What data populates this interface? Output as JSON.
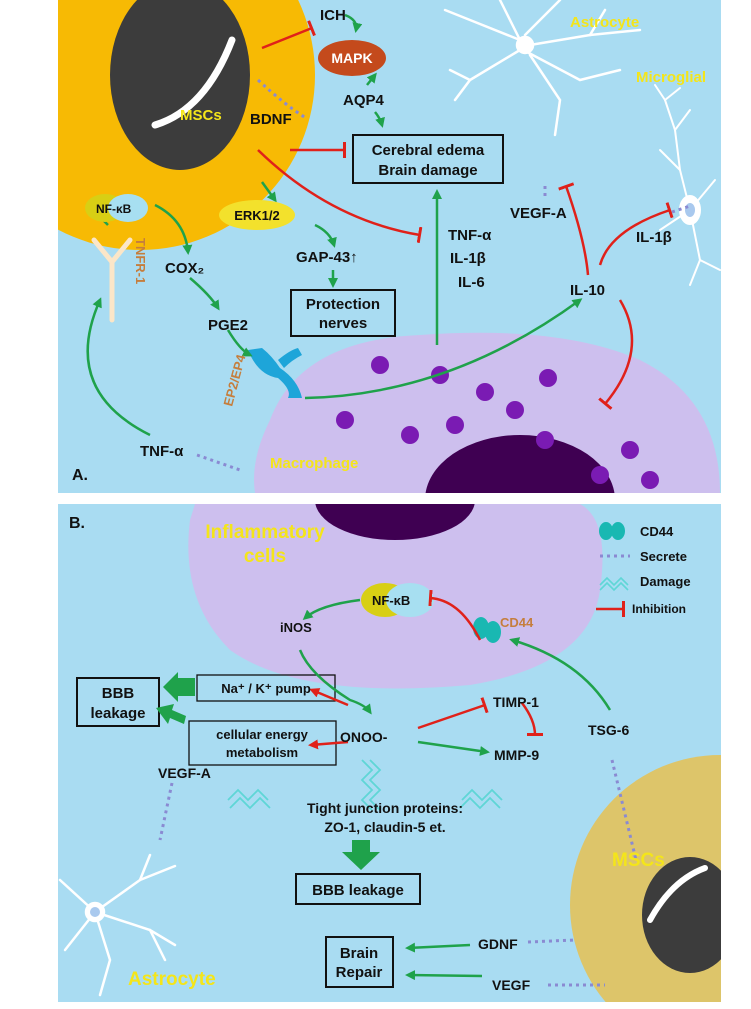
{
  "colors": {
    "panel_bg": "#a9dcf2",
    "msc": "#f7ba04",
    "msc_b": "#ddc56a",
    "cell": "#cdbfee",
    "nucleus": "#3f0052",
    "granule": "#7a1bb3",
    "activate": "#1fa24b",
    "inhibit": "#e0211a",
    "secrete": "#8a8ad2",
    "damage": "#5fd6d6"
  },
  "panel_a": {
    "letter": "A.",
    "msc_label": "MSCs",
    "astrocyte_label": "Astrocyte",
    "microglia_label": "Microglial",
    "macrophage_label": "Macrophage",
    "ich": "ICH",
    "mapk": "MAPK",
    "aqp4": "AQP4",
    "bdnf": "BDNF",
    "edema_l1": "Cerebral edema",
    "edema_l2": "Brain damage",
    "nfkb": "NF-κB",
    "tnfr1": "TNFR-1",
    "erk": "ERK1/2",
    "gap43": "GAP-43↑",
    "cox": "COX₂",
    "pge2": "PGE2",
    "protect_l1": "Protection",
    "protect_l2": "nerves",
    "ep": "EP2/EP4",
    "tnf_a": "TNF-α",
    "cyto_1": "TNF-α",
    "cyto_2": "IL-1β",
    "cyto_3": "IL-6",
    "vegfa": "VEGF-A",
    "il1b": "IL-1β",
    "il10": "IL-10"
  },
  "panel_b": {
    "letter": "B.",
    "inflam_l1": "Inflammatory",
    "inflam_l2": "cells",
    "nfkb": "NF-κB",
    "cd44_label": "CD44",
    "inos": "iNOS",
    "bbb_l1": "BBB",
    "bbb_l2": "leakage",
    "napump": "Na⁺ / K⁺ pump",
    "energy_l1": "cellular energy",
    "energy_l2": "metabolism",
    "onoo": "ONOO-",
    "timp": "TIMP-1",
    "mmp": "MMP-9",
    "vegfa": "VEGF-A",
    "tj_l1": "Tight junction proteins:",
    "tj_l2": "ZO-1, claudin-5 et.",
    "bbb_bottom": "BBB leakage",
    "tsg": "TSG-6",
    "msc_label": "MSCs",
    "repair_l1": "Brain",
    "repair_l2": "Repair",
    "gdnf": "GDNF",
    "vegf": "VEGF",
    "astrocyte_label": "Astrocyte"
  },
  "legend": {
    "cd44": "CD44",
    "secrete": "Secrete",
    "damage": "Damage",
    "inhibition": "Inhibition"
  }
}
